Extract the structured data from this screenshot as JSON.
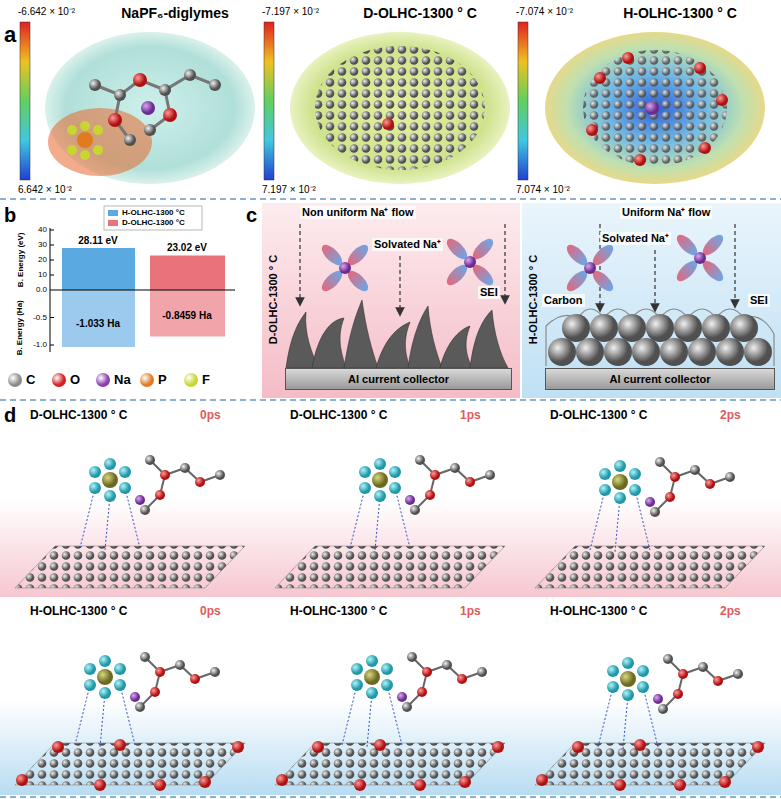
{
  "diagram": {
    "nodes": [
      {
        "text": [
          "Al current collector"
        ]
      },
      {
        "text": [
          "Al current collector"
        ]
      }
    ],
    "labels": [
      "a",
      "NaPF₆-diglymes",
      "D-OLHC-1300 ° C",
      "H-OLHC-1300 ° C",
      "-6.642 × 10⁻²",
      "6.642 × 10⁻²",
      "-7.197 × 10⁻²",
      "7.197 × 10⁻²",
      "-7.074 × 10⁻²",
      "7.074 × 10⁻²",
      "b",
      "28.11 eV",
      "23.02 eV",
      "-1.033 Ha",
      "-0.8459 Ha",
      "B. Energy (eV)",
      "B. Energy (Ha)",
      "40",
      "30",
      "20",
      "10",
      "0.0",
      "-0.5",
      "-1.0",
      "c",
      "D-OLHC-1300 ° C",
      "Non uniform Na⁺ flow",
      "Solvated Na⁺",
      "SEI",
      "H-OLHC-1300 ° C",
      "Uniform Na⁺ flow",
      "Solvated Na⁺",
      "Carbon",
      "SEI",
      "d",
      "D-OLHC-1300 ° C",
      "0ps",
      "D-OLHC-1300 ° C",
      "1ps",
      "D-OLHC-1300 ° C",
      "2ps",
      "H-OLHC-1300 ° C",
      "0ps",
      "H-OLHC-1300 ° C",
      "1ps",
      "H-OLHC-1300 ° C",
      "2ps"
    ],
    "legend": [
      {
        "text": "H-OLHC-1300 °C",
        "color": "#5aa9e0"
      },
      {
        "text": "D-OLHC-1300 °C",
        "color": "#e8737a"
      },
      {
        "text": "C",
        "color": "#8c8c8c"
      },
      {
        "text": "O",
        "color": "#d42020"
      },
      {
        "text": "Na",
        "color": "#8a3fb0"
      },
      {
        "text": "P",
        "color": "#e07b20"
      },
      {
        "text": "F",
        "color": "#c9d630"
      }
    ]
  }
}
